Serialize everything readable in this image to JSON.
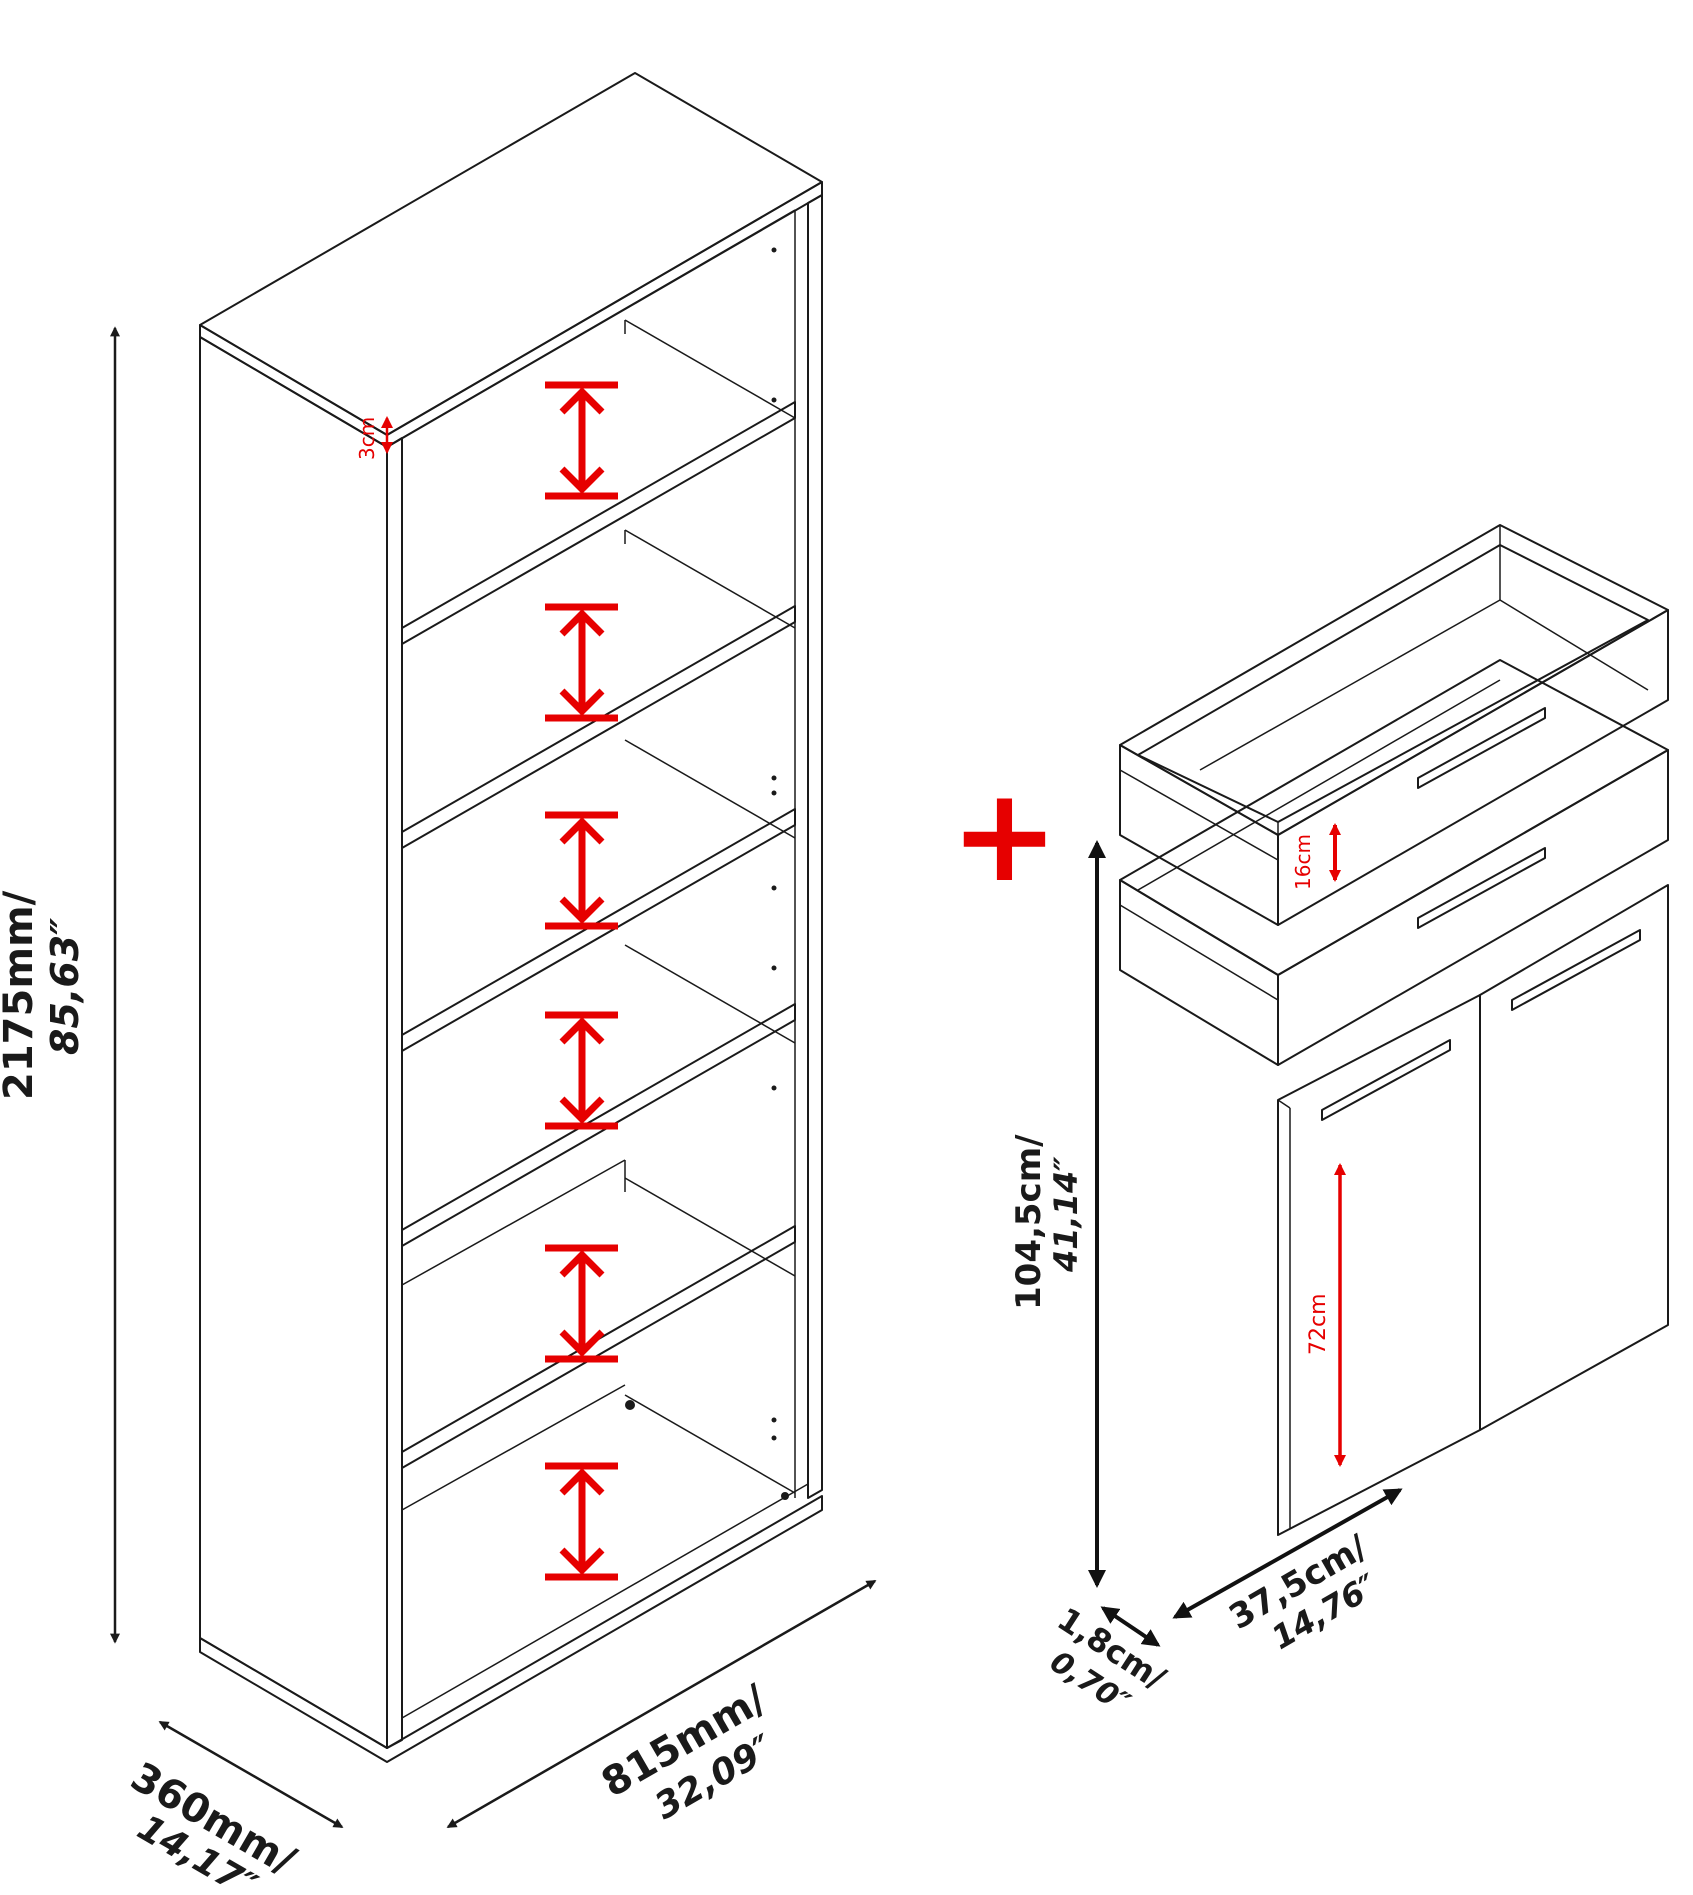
{
  "bookcase": {
    "height_mm": "2175mm/",
    "height_in": "85,63″",
    "width_mm": "815mm/",
    "width_in": "32,09″",
    "depth_mm": "360mm/",
    "depth_in": "14,17″",
    "top_thickness": "3cm"
  },
  "cabinet": {
    "plus_sign": "+",
    "height_cm": "104,5cm/",
    "height_in": "41,14″",
    "door_width_cm": "37,5cm/",
    "door_width_in": "14,76″",
    "door_thickness_cm": "1,8cm/",
    "door_thickness_in": "0,70″",
    "drawer_height": "16cm",
    "door_height": "72cm"
  },
  "colors": {
    "line": "#1a1a1a",
    "accent_red": "#e60000",
    "background": "#ffffff"
  }
}
